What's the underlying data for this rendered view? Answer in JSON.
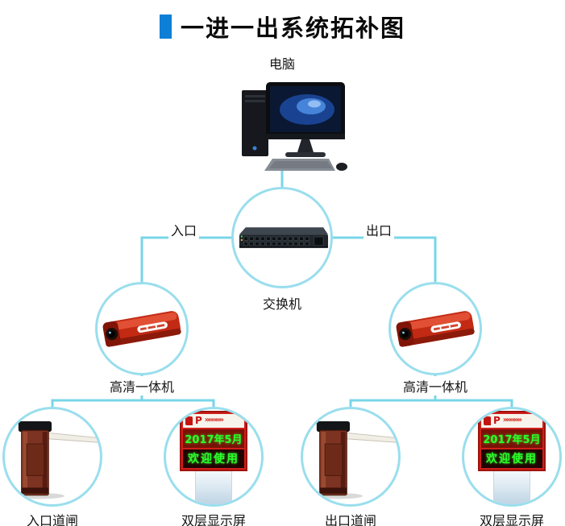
{
  "title": {
    "text": "一进一出系统拓补图"
  },
  "colors": {
    "title_marker": "#0d7fd6",
    "connection_line": "#79d6e8",
    "circle_border": "#9adeed",
    "camera_red": "#c22a14",
    "gate_maroon": "#7c3322",
    "display_red": "#cf1f1a",
    "led_green": "#2bff2b"
  },
  "nodes": {
    "computer": {
      "label": "电脑"
    },
    "entrance_port": {
      "label": "入口"
    },
    "exit_port": {
      "label": "出口"
    },
    "switch": {
      "label": "交换机"
    },
    "camera_left": {
      "label": "高清一体机"
    },
    "camera_right": {
      "label": "高清一体机"
    },
    "gate_entrance": {
      "label": "入口道闸"
    },
    "display_left": {
      "label": "双层显示屏"
    },
    "gate_exit": {
      "label": "出口道闸"
    },
    "display_right": {
      "label": "双层显示屏"
    }
  },
  "display_screen": {
    "logo": "P",
    "chevrons": "»»»»»",
    "line1": "2017年5月",
    "line2": "欢迎使用"
  }
}
